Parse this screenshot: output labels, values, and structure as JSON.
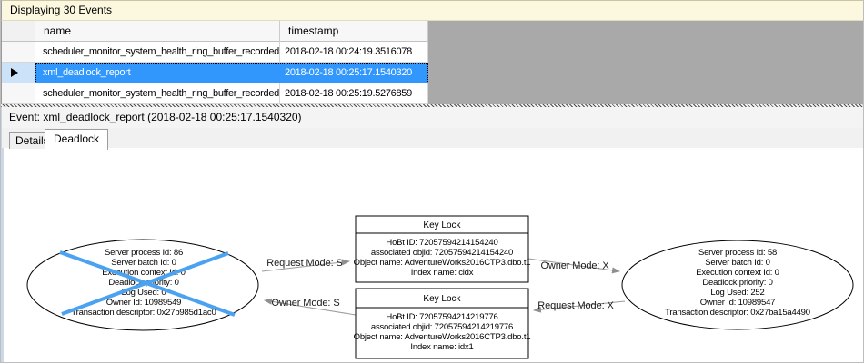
{
  "banner": {
    "title": "Displaying 30 Events"
  },
  "grid": {
    "columns": {
      "name": "name",
      "timestamp": "timestamp"
    },
    "rows": [
      {
        "name": "scheduler_monitor_system_health_ring_buffer_recorded",
        "timestamp": "2018-02-18 00:24:19.3516078"
      },
      {
        "name": "xml_deadlock_report",
        "timestamp": "2018-02-18 00:25:17.1540320"
      },
      {
        "name": "scheduler_monitor_system_health_ring_buffer_recorded",
        "timestamp": "2018-02-18 00:25:19.5276859"
      }
    ],
    "selected_row_index": 1
  },
  "event_bar": {
    "label": "Event: xml_deadlock_report (2018-02-18 00:25:17.1540320)"
  },
  "tabs": [
    {
      "label": "Details",
      "active": false
    },
    {
      "label": "Deadlock",
      "active": true
    }
  ],
  "graph": {
    "left_node": {
      "victim": true,
      "lines": [
        "Server process Id: 86",
        "Server batch Id: 0",
        "Execution context Id: 0",
        "Deadlock priority: 0",
        "Log Used: 0",
        "Owner Id: 10989549",
        "Transaction descriptor: 0x27b985d1ac0"
      ]
    },
    "right_node": {
      "victim": false,
      "lines": [
        "Server process Id: 58",
        "Server batch Id: 0",
        "Execution context Id: 0",
        "Deadlock priority: 0",
        "Log Used: 252",
        "Owner Id: 10989547",
        "Transaction descriptor: 0x27ba15a4490"
      ]
    },
    "top_lock": {
      "title": "Key Lock",
      "lines": [
        "HoBt ID: 72057594214154240",
        "associated objid: 72057594214154240",
        "Object name: AdventureWorks2016CTP3.dbo.t1",
        "Index name: cidx"
      ]
    },
    "bottom_lock": {
      "title": "Key Lock",
      "lines": [
        "HoBt ID: 72057594214219776",
        "associated objid: 72057594214219776",
        "Object name: AdventureWorks2016CTP3.dbo.t1",
        "Index name: idx1"
      ]
    },
    "edges": [
      {
        "label": "Request Mode: S"
      },
      {
        "label": "Owner Mode: S"
      },
      {
        "label": "Owner Mode: X"
      },
      {
        "label": "Request Mode: X"
      }
    ]
  },
  "colors": {
    "selection_blue": "#3297fd",
    "victim_cross_blue": "#4aa2f0",
    "banner_yellow": "#fbf8df",
    "grid_empty_gray": "#a9a9a9",
    "edge_gray": "#9b9b9b"
  }
}
